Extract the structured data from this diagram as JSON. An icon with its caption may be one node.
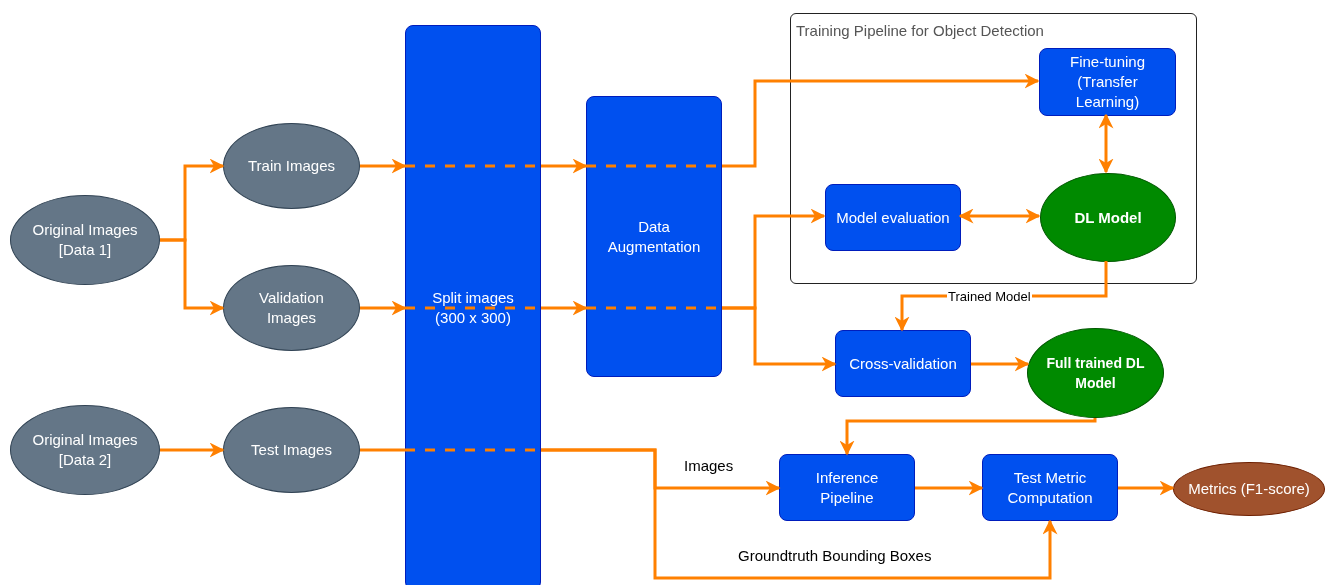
{
  "diagram": {
    "nodes": [
      {
        "text": [
          "Original Images [Data 1]"
        ]
      },
      {
        "text": [
          "Train Images"
        ]
      },
      {
        "text": [
          "Validation Images"
        ]
      },
      {
        "text": [
          "Original Images [Data 2]"
        ]
      },
      {
        "text": [
          "Test Images"
        ]
      },
      {
        "text": [
          "Split images (300 x 300)"
        ]
      },
      {
        "text": [
          "Data Augmentation"
        ]
      },
      {
        "text": [
          "Training Pipeline for Object Detection"
        ]
      },
      {
        "text": [
          "Fine-tuning (Transfer Learning)"
        ],
        "in": 7
      },
      {
        "text": [
          "Model evaluation"
        ],
        "in": 7
      },
      {
        "text": [
          "DL Model"
        ],
        "in": 7
      },
      {
        "text": [
          "Cross-validation"
        ]
      },
      {
        "text": [
          "Full trained DL Model"
        ]
      },
      {
        "text": [
          "Inference Pipeline"
        ]
      },
      {
        "text": [
          "Test Metric Computation"
        ]
      },
      {
        "text": [
          "Metrics (F1-score)"
        ]
      }
    ],
    "edges": [
      {
        "from": 0,
        "to": 1,
        "arrow": "to"
      },
      {
        "from": 0,
        "to": 2,
        "arrow": "to"
      },
      {
        "from": 1,
        "to": 5,
        "arrow": "to"
      },
      {
        "from": 5,
        "to": 6,
        "arrow": "to"
      },
      {
        "from": 6,
        "to": 8,
        "arrow": "to"
      },
      {
        "from": 2,
        "to": 5,
        "arrow": "to"
      },
      {
        "from": 5,
        "to": 6,
        "arrow": "to"
      },
      {
        "from": 6,
        "to": 9,
        "arrow": "to"
      },
      {
        "from": 6,
        "to": 11,
        "arrow": "to"
      },
      {
        "from": 3,
        "to": 4,
        "arrow": "to"
      },
      {
        "from": 4,
        "to": 5,
        "arrow": "none"
      },
      {
        "from": 5,
        "to": 13,
        "arrow": "to",
        "label": "Images"
      },
      {
        "from": 5,
        "to": 14,
        "arrow": "to",
        "label": "Groundtruth Bounding Boxes"
      },
      {
        "from": 8,
        "to": 10,
        "arrow": "both"
      },
      {
        "from": 9,
        "to": 10,
        "arrow": "both"
      },
      {
        "from": 10,
        "to": 11,
        "arrow": "to",
        "label": "Trained Model"
      },
      {
        "from": 11,
        "to": 12,
        "arrow": "to"
      },
      {
        "from": 12,
        "to": 13,
        "arrow": "to"
      },
      {
        "from": 13,
        "to": 14,
        "arrow": "to"
      },
      {
        "from": 14,
        "to": 15,
        "arrow": "to"
      }
    ]
  }
}
